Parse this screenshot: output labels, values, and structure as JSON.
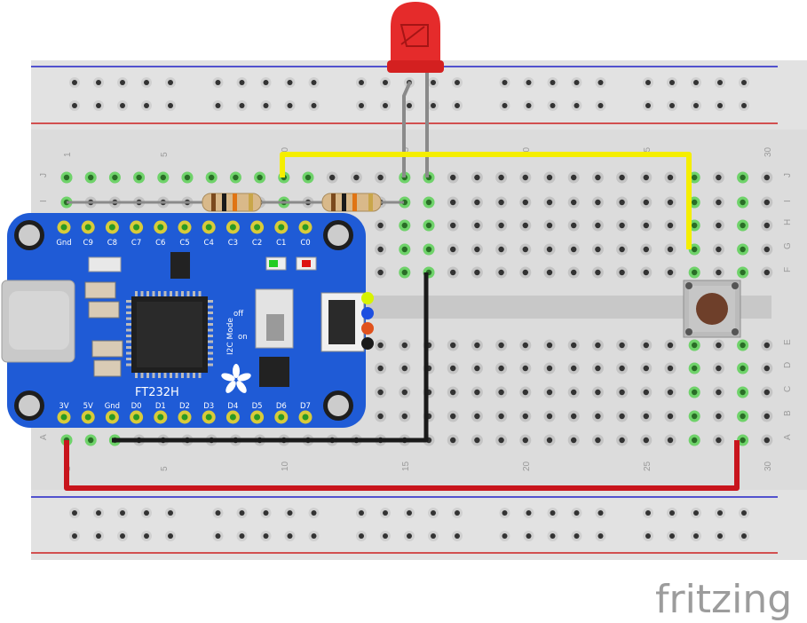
{
  "breadboard": {
    "columns": 30,
    "row_letters_top": [
      "J",
      "I",
      "H",
      "G",
      "F"
    ],
    "row_letters_bottom": [
      "E",
      "D",
      "C",
      "B",
      "A"
    ],
    "column_numbers": [
      "1",
      "5",
      "10",
      "15",
      "20",
      "25",
      "30"
    ],
    "rail_color_pos": "#cc1f1f",
    "rail_color_neg": "#2323c8"
  },
  "ft232h": {
    "chip_label": "FT232H",
    "top_pins": [
      "Gnd",
      "C9",
      "C8",
      "C7",
      "C6",
      "C5",
      "C4",
      "C3",
      "C2",
      "C1",
      "C0"
    ],
    "bottom_pins": [
      "3V",
      "5V",
      "Gnd",
      "D0",
      "D1",
      "D2",
      "D3",
      "D4",
      "D5",
      "D6",
      "D7"
    ],
    "switch_label": "I2C Mode",
    "switch_off": "off",
    "switch_on": "on",
    "board_color": "#1f5bd6"
  },
  "components": {
    "led_color": "#e52b2b",
    "resistor_count": 2,
    "pushbutton": "tactile switch"
  },
  "wires": {
    "yellow": "#f5ee00",
    "black": "#1a1a1a",
    "red": "#c8141c"
  },
  "brand": {
    "name": "fritzing"
  }
}
